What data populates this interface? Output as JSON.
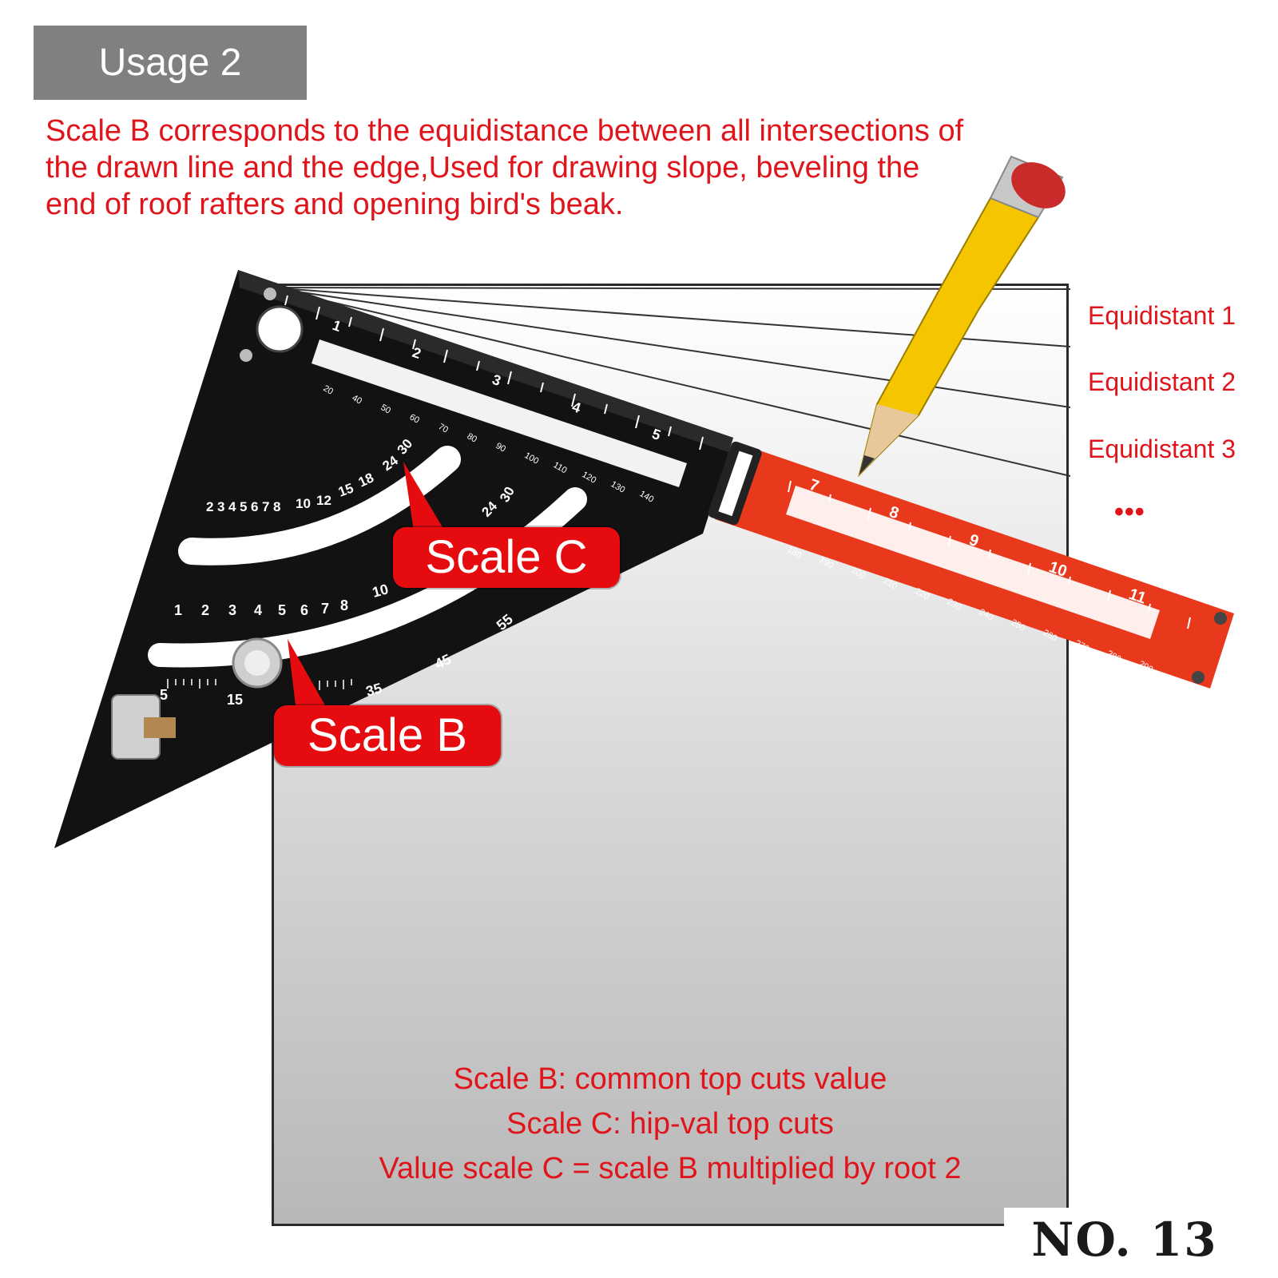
{
  "header": {
    "tag": "Usage 2"
  },
  "intro": {
    "lines": [
      "Scale B corresponds to the equidistance between all intersections of",
      "the drawn line and the edge,Used for drawing slope, beveling the",
      "end of roof rafters and opening bird's beak."
    ]
  },
  "side_labels": [
    "Equidistant 1",
    "Equidistant 2",
    "Equidistant 3"
  ],
  "side_ellipsis": "•••",
  "callouts": {
    "scale_c": "Scale C",
    "scale_b": "Scale B"
  },
  "ruler_markings": {
    "inches": [
      "1",
      "2",
      "3",
      "4",
      "5"
    ],
    "mm": [
      "20",
      "40",
      "50",
      "60",
      "70",
      "80",
      "90",
      "100",
      "110",
      "120",
      "130",
      "140"
    ],
    "arc_upper": [
      "2",
      "3",
      "4",
      "5",
      "6",
      "7",
      "8",
      "10",
      "12",
      "15",
      "18",
      "24",
      "30"
    ],
    "arc_upper2": [
      "24",
      "30"
    ],
    "arc_lower": [
      "1",
      "2",
      "3",
      "4",
      "5",
      "6",
      "7",
      "8",
      "10"
    ],
    "arc_lower_deg": [
      "5",
      "15",
      "35",
      "45",
      "55"
    ],
    "ext_inches": [
      "7",
      "8",
      "9",
      "10",
      "11"
    ],
    "ext_mm": [
      "180",
      "190",
      "200",
      "210",
      "220",
      "230",
      "240",
      "250",
      "260",
      "270",
      "280",
      "290"
    ]
  },
  "notes": {
    "lines": [
      "Scale B: common top cuts value",
      "Scale C: hip-val top cuts",
      "Value scale C = scale B multiplied by root 2"
    ]
  },
  "badge": "NO. 13",
  "colors": {
    "accent_red": "#e0151b",
    "ruler_red": "#e8391c",
    "square_black": "#121212",
    "tag_gray": "#808080"
  }
}
